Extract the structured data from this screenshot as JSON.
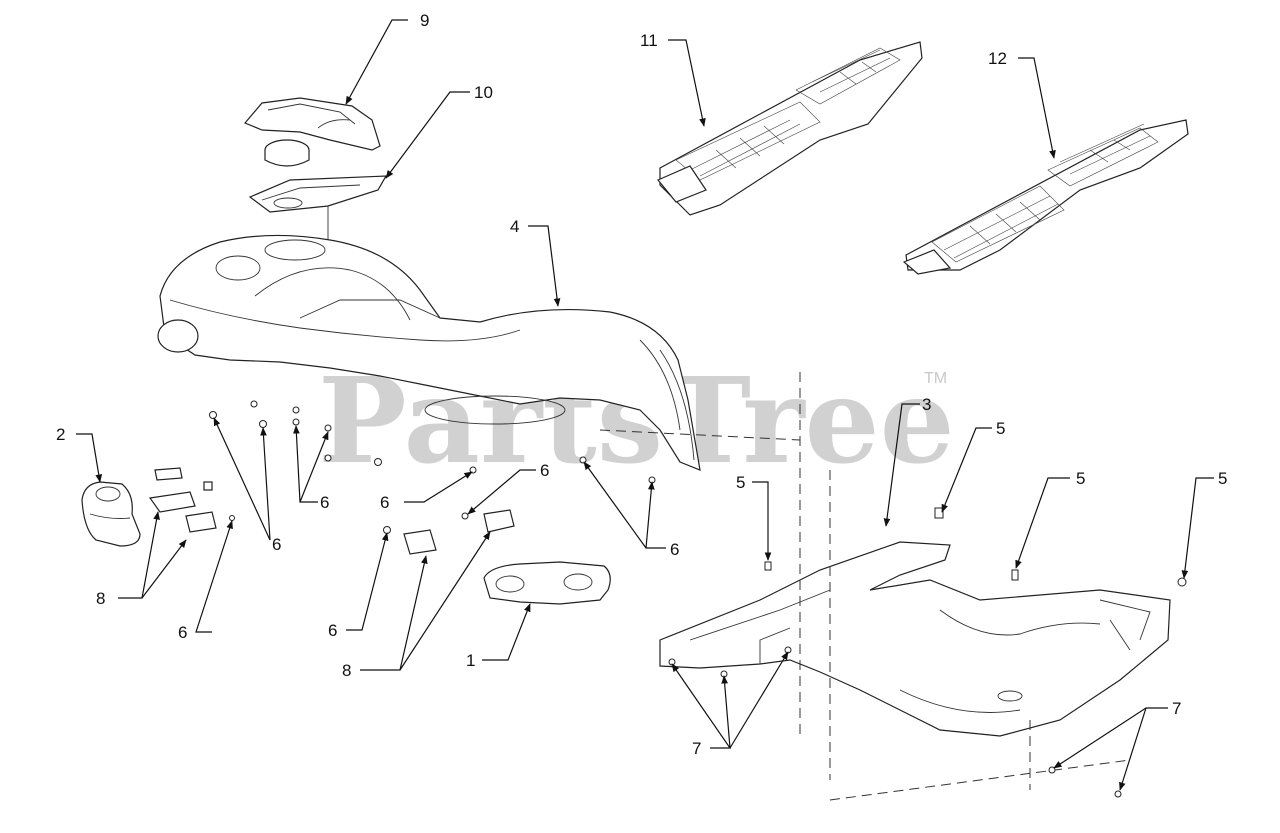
{
  "watermark": {
    "text": "PartsTree",
    "trademark": "TM"
  },
  "callouts": {
    "c1": "1",
    "c2": "2",
    "c3": "3",
    "c4": "4",
    "c5": "5",
    "c6": "6",
    "c7": "7",
    "c8": "8",
    "c9": "9",
    "c10": "10",
    "c11": "11",
    "c12": "12"
  }
}
